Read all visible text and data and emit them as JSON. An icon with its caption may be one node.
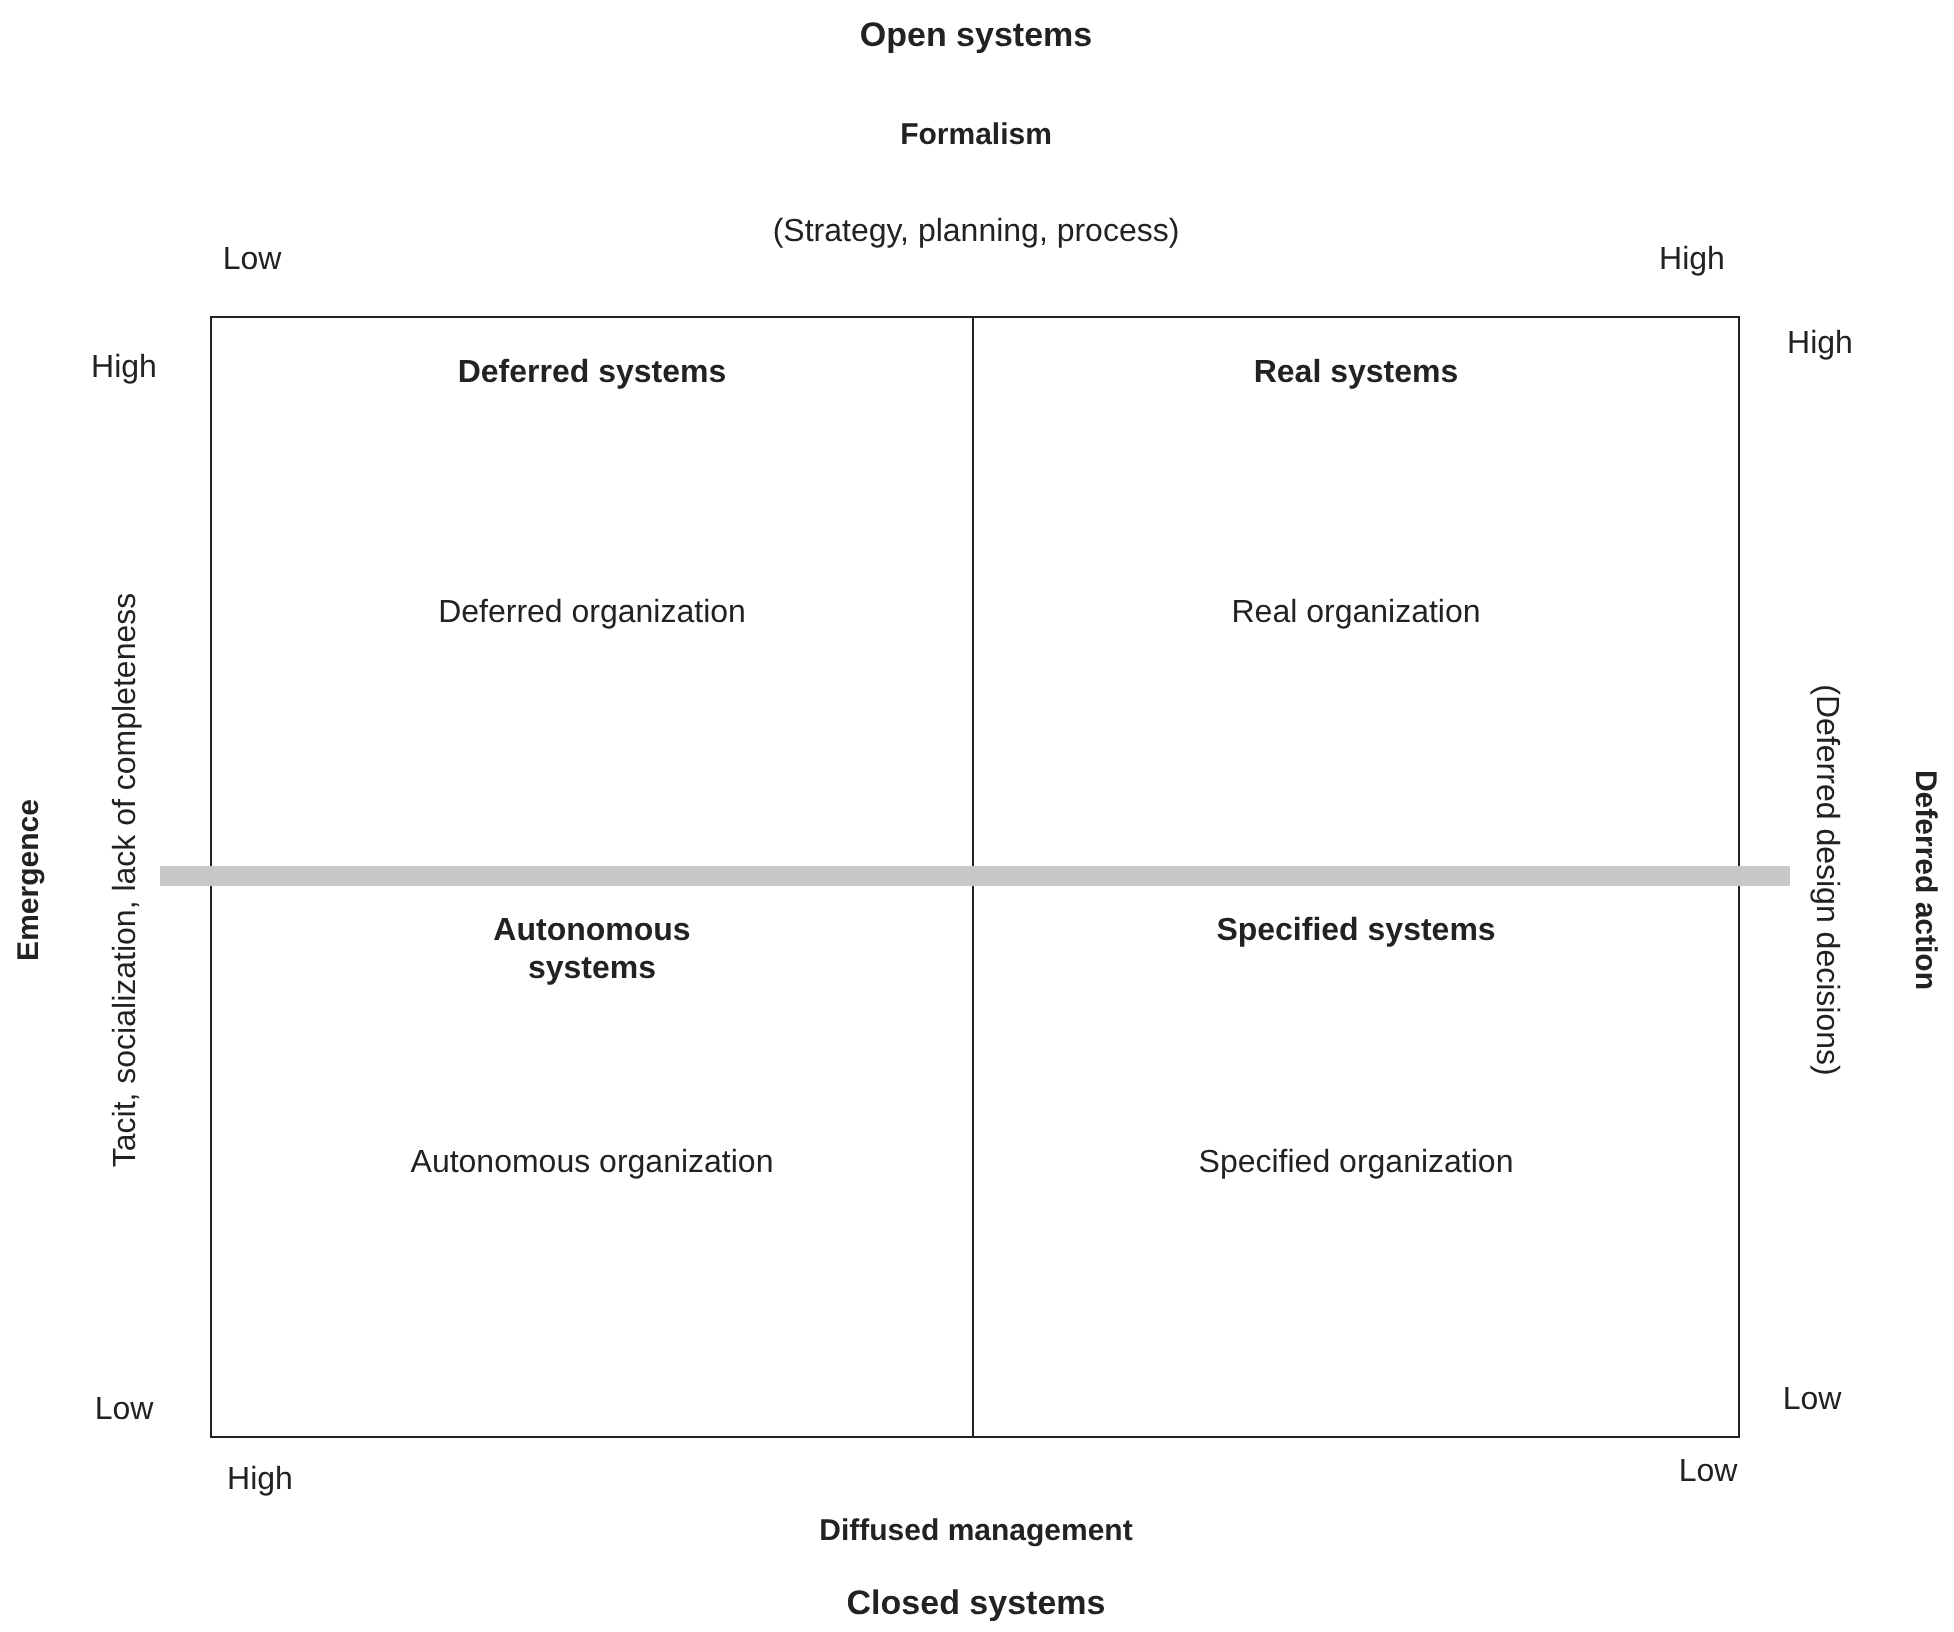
{
  "diagram": {
    "nodes": [
      {
        "text": [
          "Deferred systems",
          "Deferred organization"
        ]
      },
      {
        "text": [
          "Real systems",
          "Real organization"
        ]
      },
      {
        "text": [
          "Autonomous systems",
          "Autonomous organization"
        ]
      },
      {
        "text": [
          "Specified systems",
          "Specified organization"
        ]
      }
    ],
    "labels": [
      "Open systems",
      "Formalism",
      "(Strategy, planning, process)",
      "Low",
      "High",
      "High",
      "High",
      "Emergence",
      "Tacit, socialization, lack of completeness",
      "Deferred action",
      "(Deferred design decisions)",
      "Low",
      "Low",
      "High",
      "Low",
      "Diffused management",
      "Closed systems"
    ]
  }
}
